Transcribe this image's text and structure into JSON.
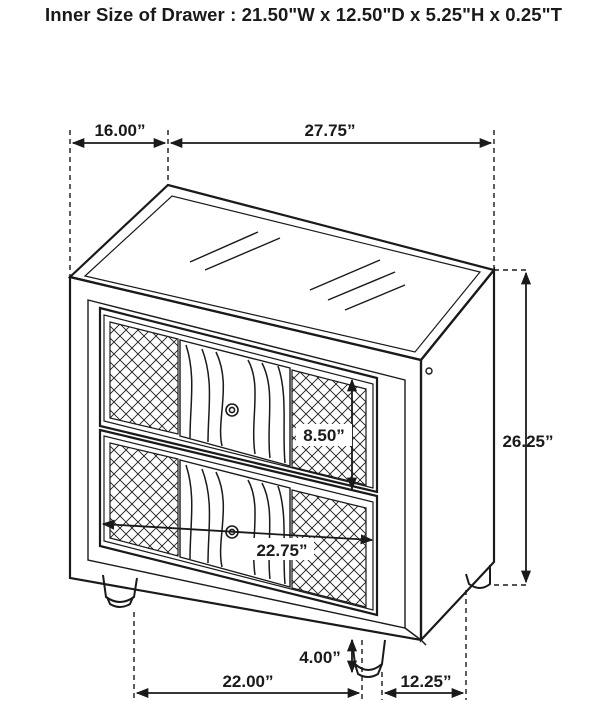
{
  "header": {
    "inner_size": "Inner Size of Drawer : 21.50\"W x 12.50\"D x 5.25\"H x 0.25\"T"
  },
  "dimensions": {
    "depth_top": "16.00”",
    "width_top": "27.75”",
    "height_right": "26.25”",
    "drawer_height": "8.50”",
    "drawer_width": "22.75”",
    "leg_height": "4.00”",
    "base_width": "22.00”",
    "base_depth": "12.25”"
  },
  "colors": {
    "line": "#1a1a1a",
    "background": "#ffffff"
  }
}
